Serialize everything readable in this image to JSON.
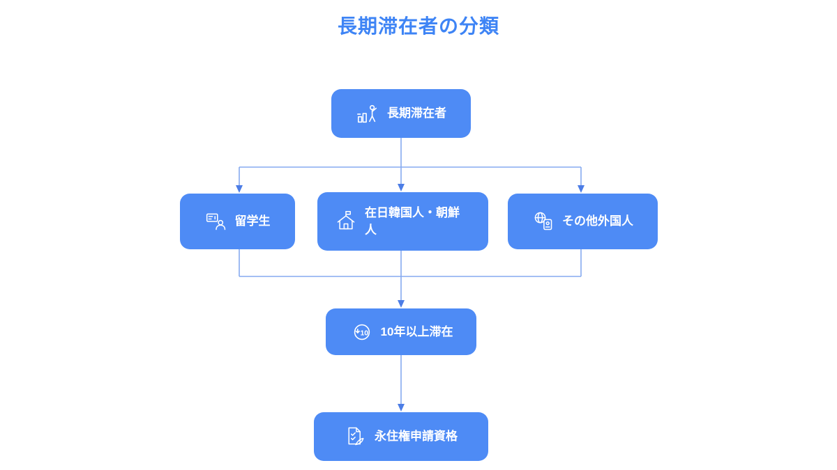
{
  "title": "長期滞在者の分類",
  "colors": {
    "node_background": "#4e8bf5",
    "node_text": "#ffffff",
    "connector_line": "#85aaf0",
    "arrowhead": "#4c7de6",
    "title_text": "#3e84f5"
  },
  "nodes": {
    "root": {
      "label": "長期滞在者",
      "icon": "growth-person-icon"
    },
    "student": {
      "label": "留学生",
      "icon": "id-card-person-icon"
    },
    "korean": {
      "label": "在日韓国人・朝鮮人",
      "icon": "house-flag-icon"
    },
    "other": {
      "label": "その他外国人",
      "icon": "globe-passport-icon"
    },
    "ten_years": {
      "label": "10年以上滞在",
      "icon": "ten-circle-icon",
      "icon_text": "10"
    },
    "permanent": {
      "label": "永住権申請資格",
      "icon": "document-check-icon"
    }
  }
}
